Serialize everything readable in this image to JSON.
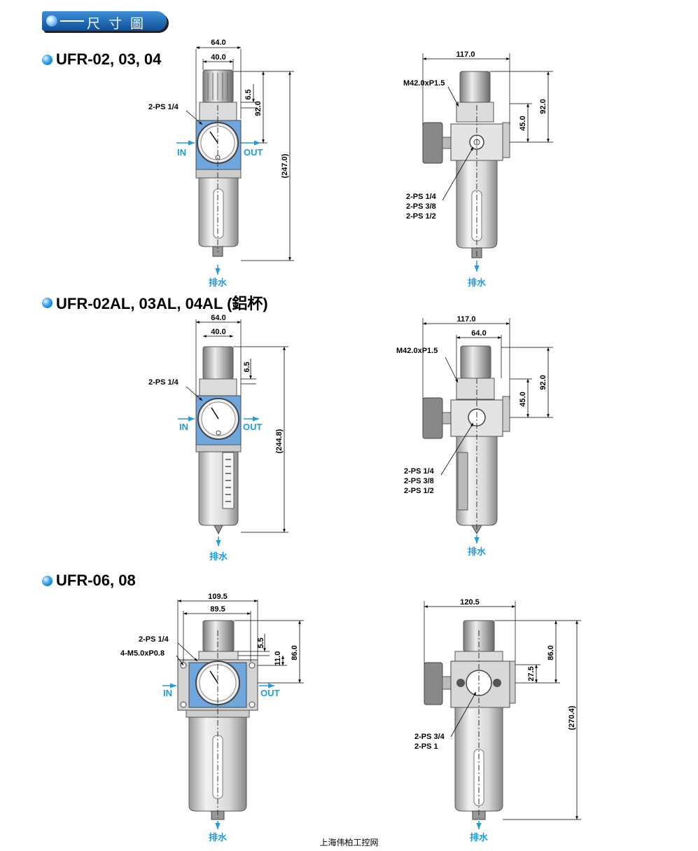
{
  "header": {
    "badge_label": "尺寸圖"
  },
  "sections": [
    {
      "title": "UFR-02, 03, 04"
    },
    {
      "title": "UFR-02AL, 03AL, 04AL (鋁杯)"
    },
    {
      "title": "UFR-06, 08"
    }
  ],
  "labels": {
    "drain": "排水",
    "in": "IN",
    "out": "OUT"
  },
  "s1_front": {
    "width_outer": "64.0",
    "width_inner": "40.0",
    "d_small": "6.5",
    "d_mid": "92.0",
    "height": "(247.0)",
    "port": "2-PS 1/4"
  },
  "s1_side": {
    "width": "117.0",
    "thread": "M42.0xP1.5",
    "d_high": "92.0",
    "d_low": "45.0",
    "ports": [
      "2-PS 1/4",
      "2-PS 3/8",
      "2-PS 1/2"
    ]
  },
  "s2_front": {
    "width_outer": "64.0",
    "width_inner": "40.0",
    "d_small": "6.5",
    "height": "(244.8)",
    "port": "2-PS 1/4"
  },
  "s2_side": {
    "width_outer": "117.0",
    "width_inner": "64.0",
    "thread": "M42.0xP1.5",
    "d_high": "92.0",
    "d_low": "45.0",
    "ports": [
      "2-PS 1/4",
      "2-PS 3/8",
      "2-PS 1/2"
    ]
  },
  "s3_front": {
    "width_outer": "109.5",
    "width_inner": "89.5",
    "d_small": "5.5",
    "d_mid": "11.0",
    "d_high": "86.0",
    "port": "2-PS 1/4",
    "mount": "4-M5.0xP0.8"
  },
  "s3_side": {
    "width": "120.5",
    "d_high": "86.0",
    "d_low": "27.5",
    "height": "(270.4)",
    "ports": [
      "2-PS 3/4",
      "2-PS 1"
    ]
  },
  "footer": {
    "text": "上海伟柏工控网"
  },
  "colors": {
    "accent_blue": "#1d9be3",
    "badge_blue": "#1560b6",
    "port_block": "#6fa6de",
    "body_gray": "#d6d6d6"
  }
}
